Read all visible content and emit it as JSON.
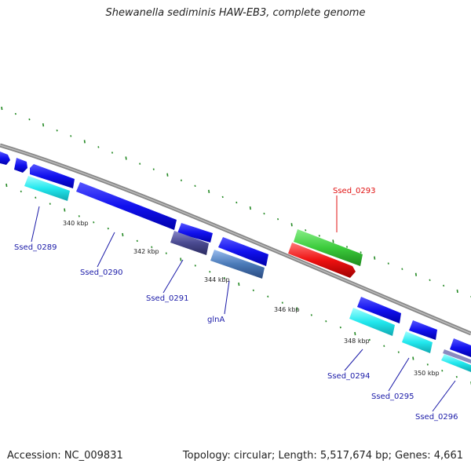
{
  "title": "Shewanella sediminis HAW-EB3, complete genome",
  "footer": {
    "accession": "Accession: NC_009831",
    "topology": "Topology: circular; Length: 5,517,674 bp; Genes: 4,661"
  },
  "colors": {
    "forward_cds": "#1111ee",
    "forward_cds_light": "#22e0ee",
    "reverse_cds": "#3ccc3c",
    "reverse_cds_alt": "#ee1111",
    "other_feature": "#4a4a90",
    "gene_label": "#1a1aa8",
    "highlight_label": "#e01010",
    "backbone": "#888888",
    "gc_ticks": "#228822"
  },
  "ticks": [
    "340 kbp",
    "342 kbp",
    "344 kbp",
    "346 kbp",
    "348 kbp",
    "350 kbp"
  ],
  "gene_labels": [
    {
      "text": "Ssed_0289",
      "highlight": false
    },
    {
      "text": "Ssed_0290",
      "highlight": false
    },
    {
      "text": "Ssed_0291",
      "highlight": false
    },
    {
      "text": "glnA",
      "highlight": false
    },
    {
      "text": "Ssed_0293",
      "highlight": true
    },
    {
      "text": "Ssed_0294",
      "highlight": false
    },
    {
      "text": "Ssed_0295",
      "highlight": false
    },
    {
      "text": "Ssed_0296",
      "highlight": false
    }
  ]
}
